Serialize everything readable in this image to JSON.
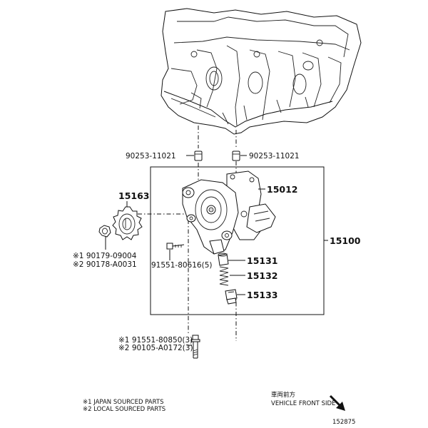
{
  "parts": {
    "p15100": "15100",
    "p15012": "15012",
    "p15163": "15163",
    "p15131": "15131",
    "p15132": "15132",
    "p15133": "15133",
    "p90253_left": "90253-11021",
    "p90253_right": "90253-11021",
    "p91551_80616": "91551-80616(5)",
    "nut_1": "※1 90179-09004",
    "nut_2": "※2 90178-A0031",
    "bolt_1": "※1 91551-80850(3)",
    "bolt_2": "※2 90105-A0172(3)"
  },
  "notes": {
    "japan": "※1 JAPAN SOURCED PARTS",
    "local": "※2 LOCAL SOURCED PARTS"
  },
  "direction": {
    "jp": "車両前方",
    "en": "VEHICLE FRONT SIDE"
  },
  "diagram_id": "152875"
}
